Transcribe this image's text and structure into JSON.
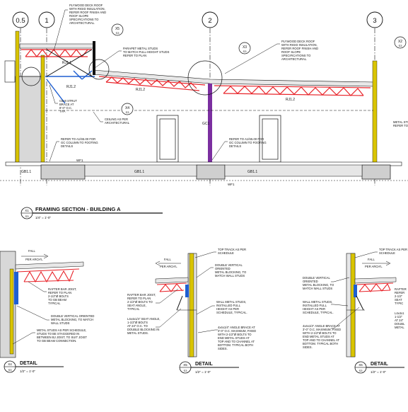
{
  "main_section": {
    "title": "FRAMING SECTION - BUILDING A",
    "tag_number": "X1",
    "tag_sheet": "S3",
    "scale": "1/4\" = 1'-0\"",
    "grids": [
      "0.5",
      "1",
      "2",
      "3"
    ],
    "notes": {
      "roof_left": [
        "PLYWOOD DECK ROOF",
        "WITH RIGID INSULATION,",
        "REFER ROOF FINISH AND",
        "ROOF SLOPE",
        "SPECIFICATIONS TO",
        "ARCHITECTURAL."
      ],
      "roof_right": [
        "PLYWOOD DECK ROOF",
        "WITH RIGID INSULATION,",
        "REFER ROOF FINISH AND",
        "ROOF SLOPE",
        "SPECIFICATIONS TO",
        "ARCHITECTURAL."
      ],
      "parapet": [
        "PARAPET METAL STUDS",
        "TO MATCH FULL-HEIGHT STUDS",
        "REFER TO PLAN"
      ],
      "strut": [
        "C6x8 STRUT",
        "BRACE AT",
        "8'-0\" O.C.",
        "TYP."
      ],
      "ceiling": [
        "CEILING AS PER",
        "ARCHITECTURAL"
      ],
      "footing_left": [
        "REFER TO A1/S5.00 FOR",
        "GC COLUMN TO FOOTING",
        "DETAILS"
      ],
      "footing_right": [
        "REFER TO A1/S5.00 FOR",
        "GC COLUMN TO FOOTING",
        "DETAILS"
      ],
      "metal_stud_right": [
        "METAL STUDS",
        "REFER TO"
      ]
    },
    "joist_labels": [
      "RJ1.1",
      "RJ1.2",
      "RJ1.2",
      "RJ1.2"
    ],
    "beam_labels": [
      "GB1.1",
      "GB1.1",
      "GB1.1"
    ],
    "column_label": "GC1",
    "footing_labels": [
      "WF1",
      "WF1"
    ],
    "callouts": [
      {
        "num": "X5",
        "sheet": "S3"
      },
      {
        "num": "X4",
        "sheet": "S3"
      },
      {
        "num": "X3",
        "sheet": "S3"
      },
      {
        "num": "X2",
        "sheet": "S3"
      }
    ]
  },
  "details": [
    {
      "title": "DETAIL",
      "tag_number": "X4",
      "tag_sheet": "S3",
      "scale": "1/2\" = 1'-0\"",
      "fall_label": "FALL",
      "arch_label": "PER ARCH'L",
      "notes": [
        [
          "RAFTER BAR JOIST,",
          "REFER TO PLAN",
          "2-1/2\"Ø BOLTS",
          "TO GB BEAM",
          "TYPICAL"
        ],
        [
          "DOUBLE VERTICAL ORIENTED",
          "METAL BLOCKING, TO MATCH",
          "WALL STUDS"
        ],
        [
          "METAL STUDS AS PER SCHEDULE,",
          "STUDS TO BE STAGGERED IN",
          "BETWEEN BJ JOIST, TO SUIT JOIST",
          "TO GB BEAM CONNECTION."
        ]
      ]
    },
    {
      "title": "DETAIL",
      "tag_number": "X5",
      "tag_sheet": "S3",
      "scale": "1/2\" = 1'-0\"",
      "fall_label": "FALL",
      "arch_label": "PER ARCH'L",
      "notes": [
        [
          "TOP TRACK AS PER",
          "SCHEDULE"
        ],
        [
          "DOUBLE VERTICAL",
          "ORIENTED",
          "METAL BLOCKING, TO",
          "MATCH WALL STUDS"
        ],
        [
          "RAFTER BAR JOIST,",
          "REFER TO PLAN",
          "2-1/2\"Ø BOLTS TO",
          "SEAT ANGLE,",
          "TYPICAL"
        ],
        [
          "L4x4x1/4\" SEAT ANGLE,",
          "1-1/2\"Ø BOLTS",
          "AT 24\" O.C. TO",
          "DOUBLE BLOCKING IN",
          "METAL STUDS."
        ],
        [
          "WALL METAL STUDS,",
          "INSTALLED FULL",
          "HEIGHT AS PER",
          "SCHEDULE, TYPICAL."
        ],
        [
          "4x4x1/4\" ANGLE BRACE AT",
          "3'-0\" O.C. MAXIMUM, FIXED",
          "WITH 2-1/2\"Ø BOLTS TO",
          "END METAL STUDS AT",
          "TOP AND TO CHANNEL AT",
          "BOTTOM. TYPICAL BOTH",
          "SIDES."
        ]
      ]
    },
    {
      "title": "DETAIL",
      "tag_number": "X6",
      "tag_sheet": "S3",
      "scale": "1/2\" = 1'-0\"",
      "fall_label": "FALL",
      "arch_label": "PER ARCH'L",
      "notes": [
        [
          "TOP TRACK AS PER",
          "SCHEDULE"
        ],
        [
          "DOUBLE VERTICAL",
          "ORIENTED",
          "METAL BLOCKING, TO",
          "MATCH WALL STUDS"
        ],
        [
          "WALL METAL STUDS,",
          "INSTALLED FULL",
          "HEIGHT AS PER",
          "SCHEDULE, TYPICAL."
        ],
        [
          "4x4x1/4\" ANGLE BRACE AT",
          "3'-0\" O.C. MAXIMUM, FIXED",
          "WITH 2-1/2\"Ø BOLTS TO",
          "END METAL STUDS AT",
          "TOP AND TO CHANNEL AT",
          "BOTTOM. TYPICAL BOTH",
          "SIDES."
        ],
        [
          "RAFTER",
          "REFER",
          "2-1/2\"",
          "SEAT",
          "TYPIC"
        ],
        [
          "L4x4x1",
          "1-1/2\"",
          "AT 24\"",
          "DOUBL",
          "METAL"
        ]
      ]
    }
  ],
  "colors": {
    "joist": "#e8242a",
    "purlin": "#c2185b",
    "column": "#7b2fa0",
    "stud": "#d9c400",
    "steel": "#1f5fd1",
    "concrete": "#d8d8d8",
    "line": "#111111"
  }
}
